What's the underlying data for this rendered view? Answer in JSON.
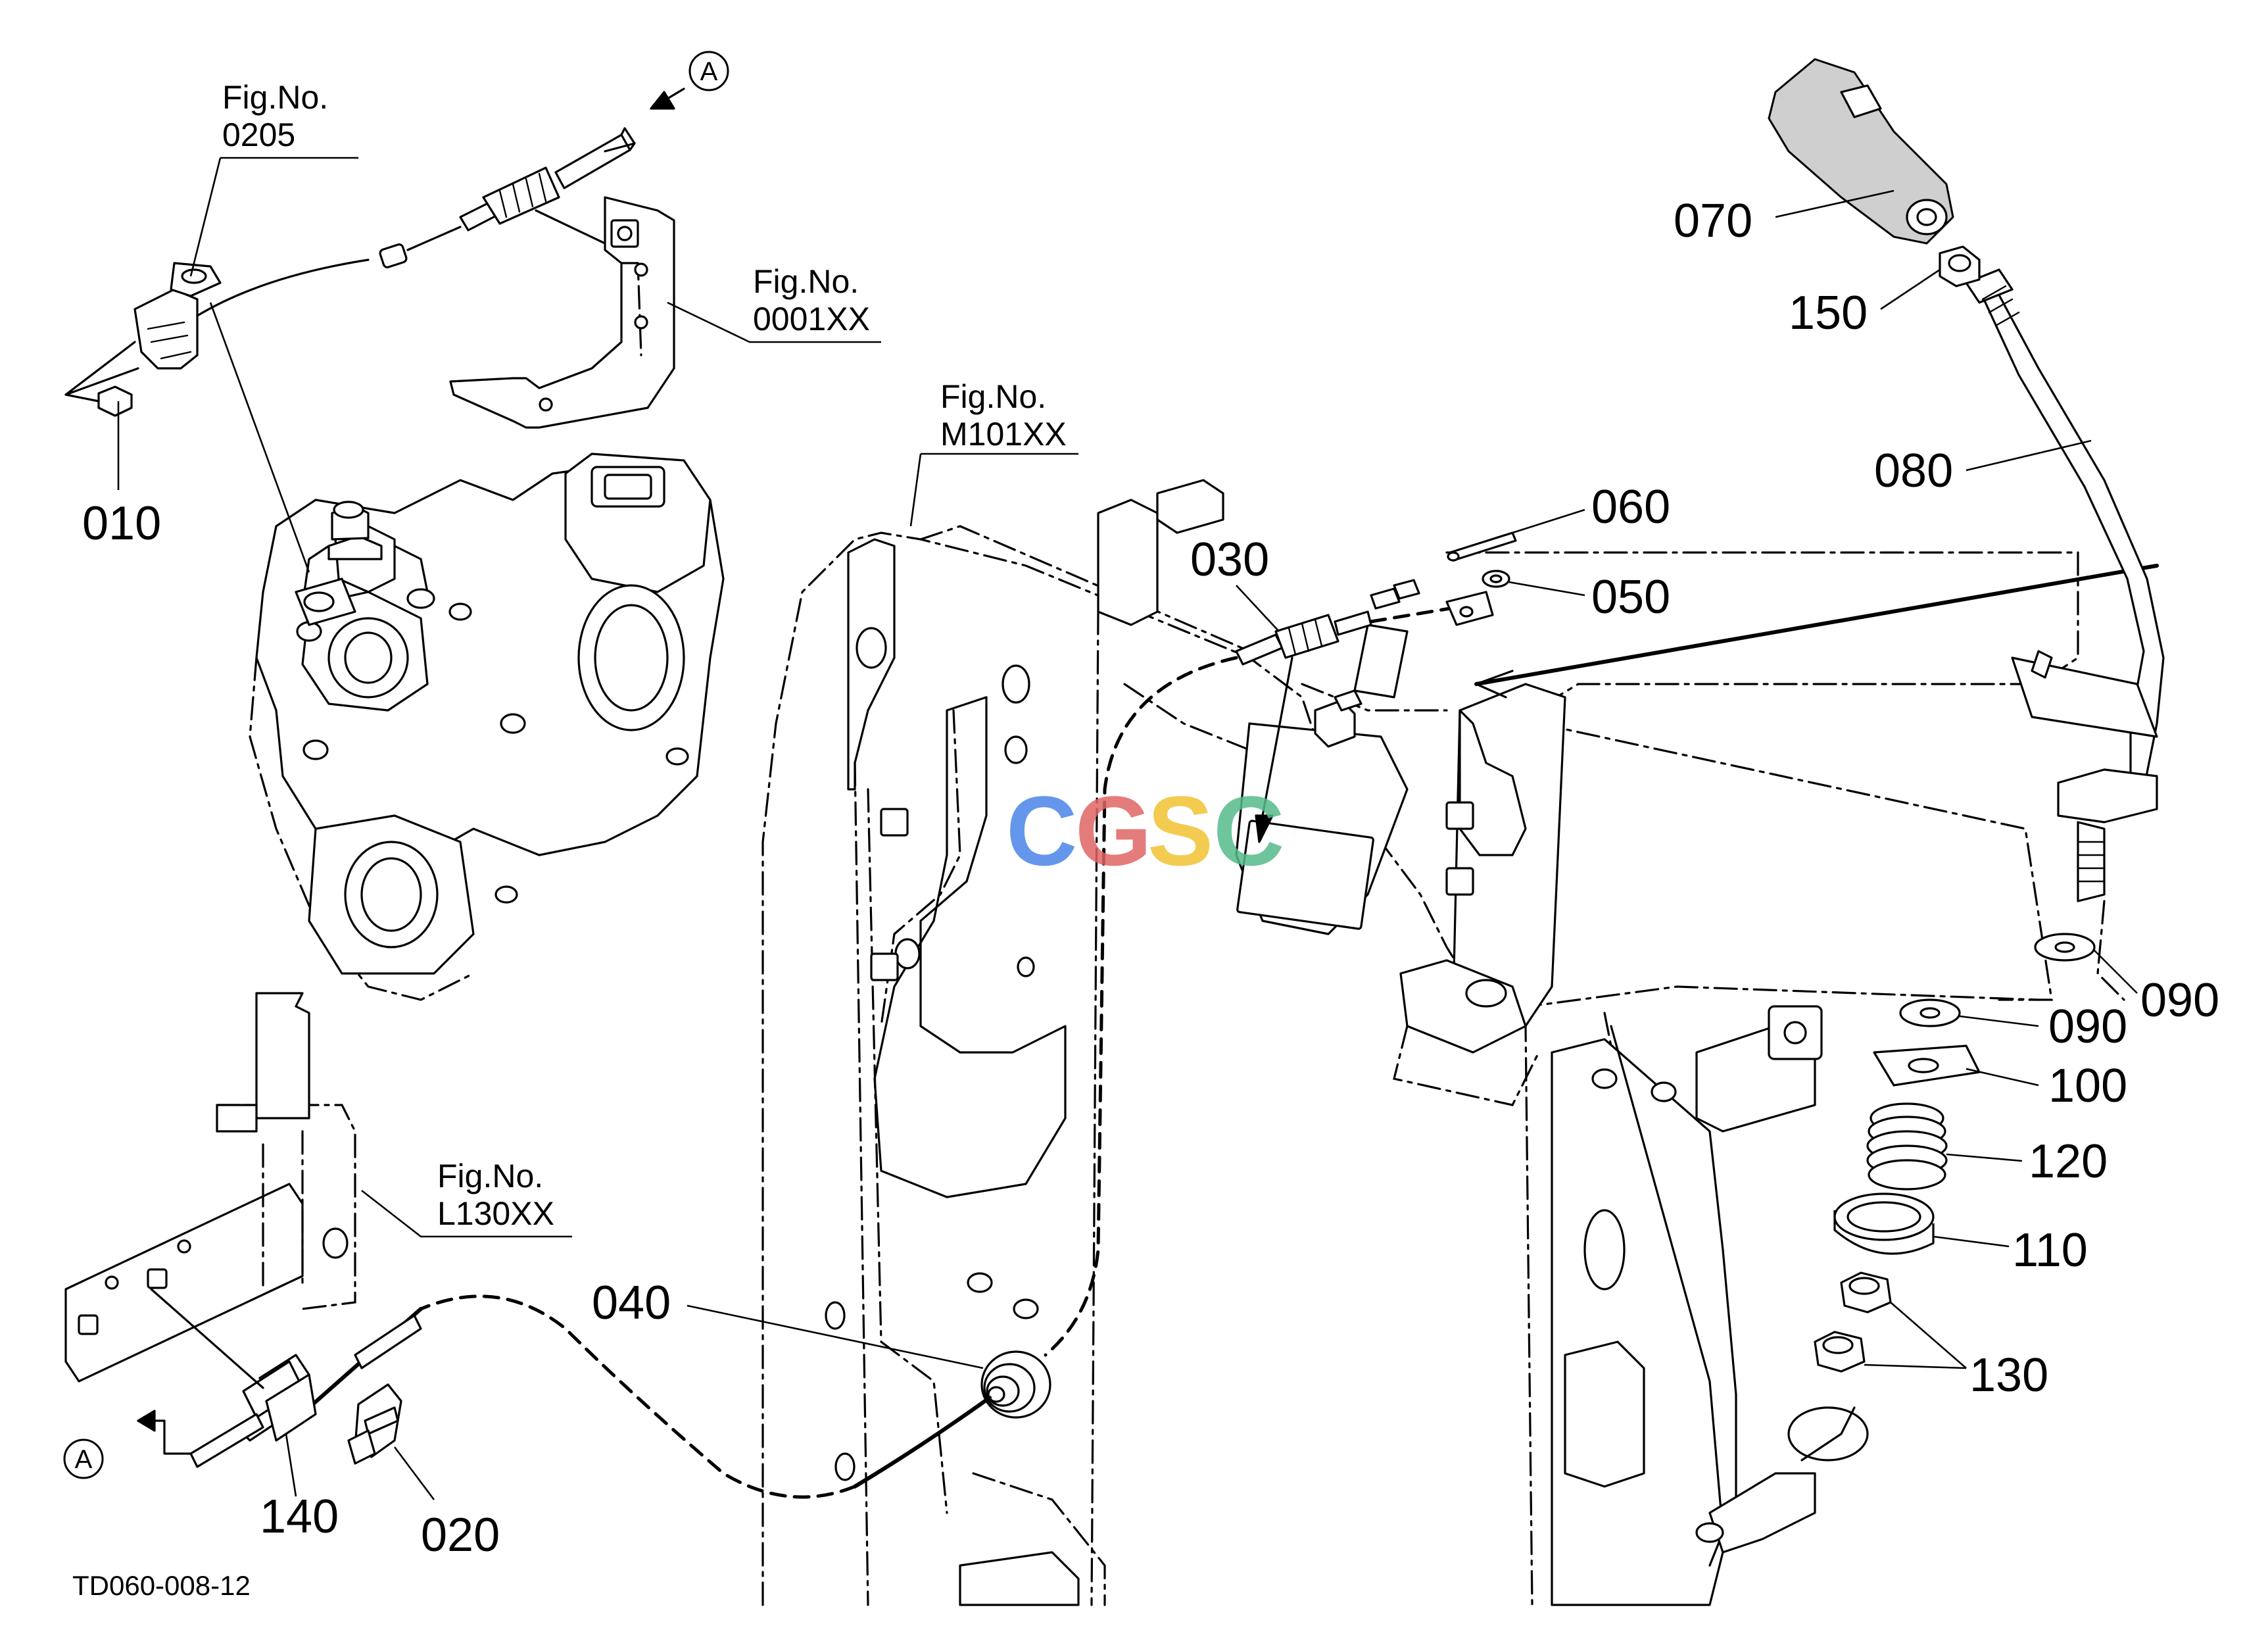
{
  "diagram": {
    "figure_refs": [
      {
        "line1": "Fig.No.",
        "line2": "0205"
      },
      {
        "line1": "Fig.No.",
        "line2": "0001XX"
      },
      {
        "line1": "Fig.No.",
        "line2": "M101XX"
      },
      {
        "line1": "Fig.No.",
        "line2": "L130XX"
      }
    ],
    "parts": [
      "010",
      "020",
      "030",
      "040",
      "050",
      "060",
      "070",
      "080",
      "090",
      "090",
      "100",
      "110",
      "120",
      "130",
      "140",
      "150"
    ],
    "connectors": [
      "A",
      "A"
    ],
    "drawing_code": "TD060-008-12",
    "watermark": {
      "letters": [
        "C",
        "G",
        "S",
        "C"
      ],
      "colors": [
        "#4a86e8",
        "#e06666",
        "#f1c232",
        "#57bb8a"
      ]
    }
  }
}
